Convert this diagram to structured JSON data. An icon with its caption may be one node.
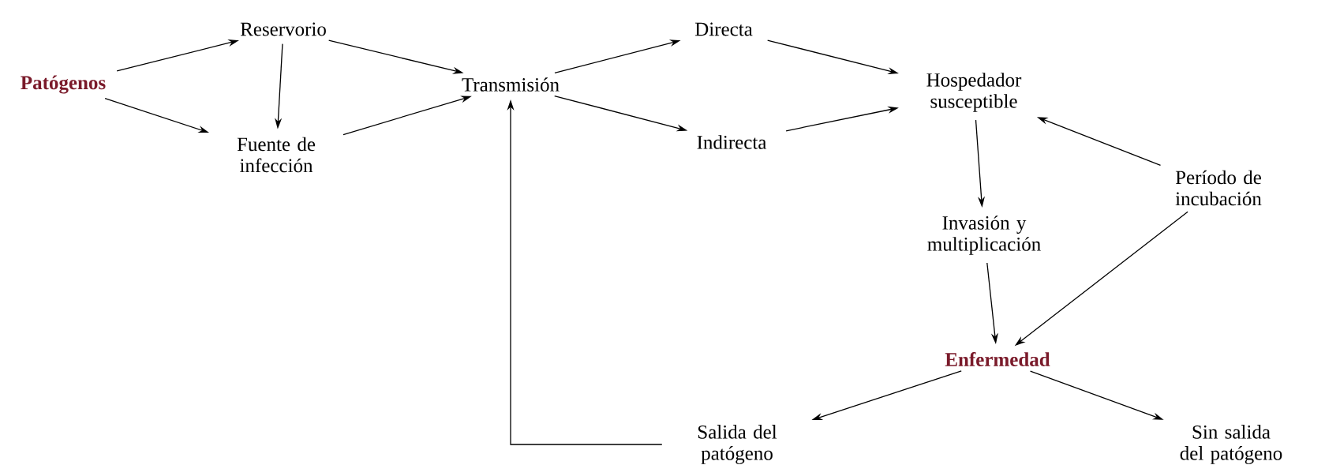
{
  "diagram": {
    "nodes": [
      {
        "text": [
          "Patógenos"
        ]
      },
      {
        "text": [
          "Reservorio"
        ]
      },
      {
        "text": [
          "Fuente de infección"
        ]
      },
      {
        "text": [
          "Transmisión"
        ]
      },
      {
        "text": [
          "Directa"
        ]
      },
      {
        "text": [
          "Indirecta"
        ]
      },
      {
        "text": [
          "Hospedador susceptible"
        ]
      },
      {
        "text": [
          "Período de incubación"
        ]
      },
      {
        "text": [
          "Invasión y multiplicación"
        ]
      },
      {
        "text": [
          "Enfermedad"
        ]
      },
      {
        "text": [
          "Salida del patógeno"
        ]
      },
      {
        "text": [
          "Sin salida del patógeno"
        ]
      }
    ],
    "edges": [
      {
        "from": 0,
        "to": 1,
        "arrow": "to"
      },
      {
        "from": 0,
        "to": 2,
        "arrow": "to"
      },
      {
        "from": 1,
        "to": 2,
        "arrow": "to"
      },
      {
        "from": 1,
        "to": 3,
        "arrow": "to"
      },
      {
        "from": 2,
        "to": 3,
        "arrow": "to"
      },
      {
        "from": 3,
        "to": 4,
        "arrow": "to"
      },
      {
        "from": 3,
        "to": 5,
        "arrow": "to"
      },
      {
        "from": 4,
        "to": 6,
        "arrow": "to"
      },
      {
        "from": 5,
        "to": 6,
        "arrow": "to"
      },
      {
        "from": 7,
        "to": 6,
        "arrow": "to"
      },
      {
        "from": 6,
        "to": 8,
        "arrow": "to"
      },
      {
        "from": 8,
        "to": 9,
        "arrow": "to"
      },
      {
        "from": 7,
        "to": 9,
        "arrow": "to"
      },
      {
        "from": 9,
        "to": 10,
        "arrow": "to"
      },
      {
        "from": 9,
        "to": 11,
        "arrow": "to"
      },
      {
        "from": 10,
        "to": 3,
        "arrow": "to"
      }
    ]
  }
}
